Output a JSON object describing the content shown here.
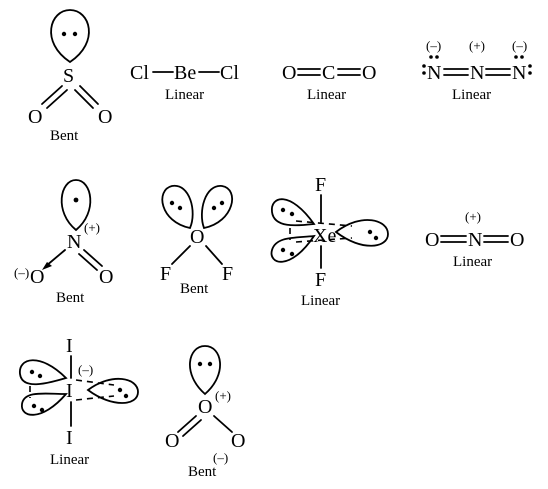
{
  "molecules": {
    "so2": {
      "s": "S",
      "o1": "O",
      "o2": "O",
      "shape": "Bent"
    },
    "becl2": {
      "cl1": "Cl",
      "be": "Be",
      "cl2": "Cl",
      "shape": "Linear"
    },
    "co2": {
      "o1": "O",
      "c": "C",
      "o2": "O",
      "shape": "Linear"
    },
    "n3": {
      "n1": "N",
      "n2": "N",
      "n3": "N",
      "c1": "(–)",
      "c2": "(+)",
      "c3": "(–)",
      "shape": "Linear"
    },
    "no2": {
      "n": "N",
      "o1": "O",
      "o2": "O",
      "cn": "(+)",
      "co": "(–)",
      "shape": "Bent"
    },
    "of2": {
      "o": "O",
      "f1": "F",
      "f2": "F",
      "shape": "Bent"
    },
    "xef2": {
      "xe": "Xe",
      "f1": "F",
      "f2": "F",
      "shape": "Linear"
    },
    "no2plus": {
      "o1": "O",
      "n": "N",
      "o2": "O",
      "cn": "(+)",
      "shape": "Linear"
    },
    "i3": {
      "i1": "I",
      "i2": "I",
      "i3": "I",
      "c": "(–)",
      "shape": "Linear"
    },
    "o3": {
      "o": "O",
      "o1": "O",
      "o2": "O",
      "co": "(+)",
      "cr": "(–)",
      "shape": "Bent"
    }
  }
}
